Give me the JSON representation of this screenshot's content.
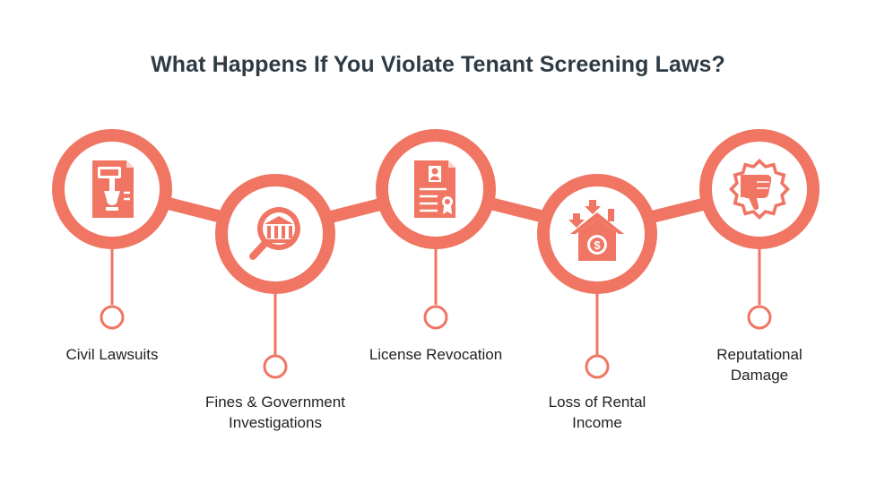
{
  "title": "What Happens If You Violate Tenant Screening Laws?",
  "colors": {
    "accent": "#f07563",
    "text": "#222222",
    "title": "#2f3b44",
    "background": "#ffffff"
  },
  "steps": [
    {
      "label_lines": [
        "Civil Lawsuits"
      ],
      "icon": "gavel-document-icon"
    },
    {
      "label_lines": [
        "Fines & Government",
        "Investigations"
      ],
      "icon": "government-magnifier-icon"
    },
    {
      "label_lines": [
        "License Revocation"
      ],
      "icon": "license-certificate-icon"
    },
    {
      "label_lines": [
        "Loss of Rental",
        "Income"
      ],
      "icon": "house-income-loss-icon"
    },
    {
      "label_lines": [
        "Reputational",
        "Damage"
      ],
      "icon": "thumbs-down-badge-icon"
    }
  ]
}
